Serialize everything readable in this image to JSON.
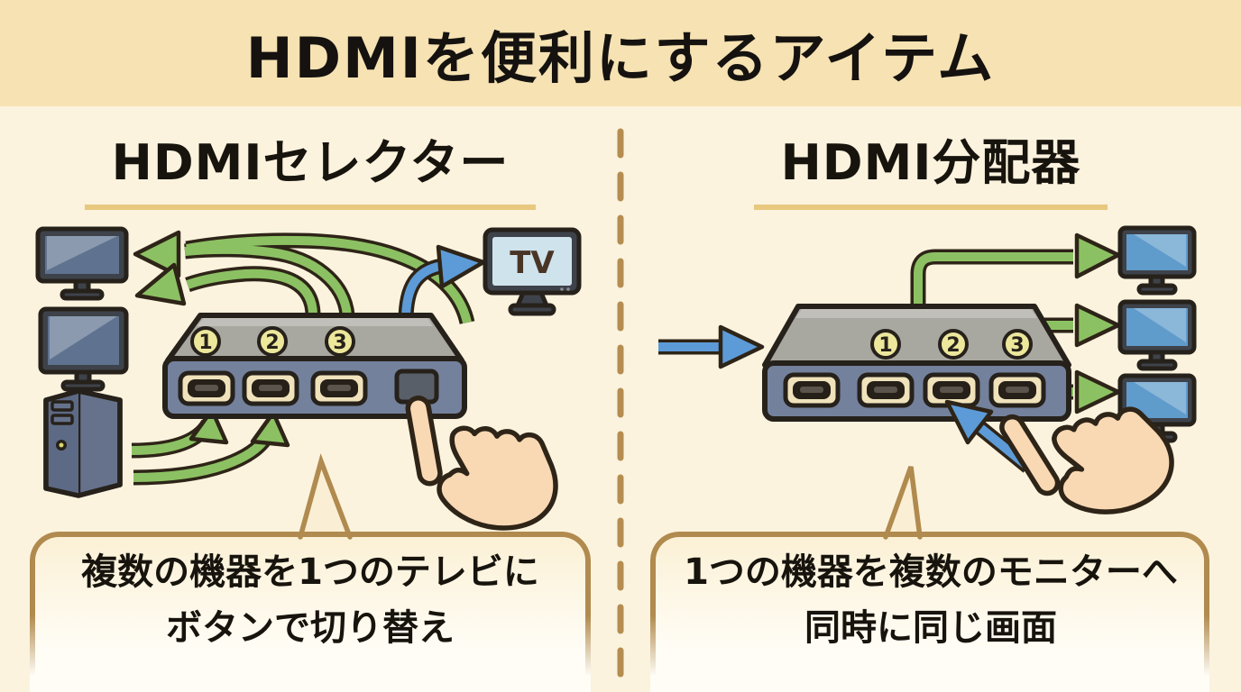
{
  "title": "HDMIを便利にするアイテム",
  "panels": {
    "selector": {
      "heading": "HDMIセレクター",
      "ports": [
        "1",
        "2",
        "3"
      ],
      "tv_label": "TV",
      "caption": [
        "複数の機器を1つのテレビに",
        "ボタンで切り替え"
      ]
    },
    "splitter": {
      "heading": "HDMI分配器",
      "ports": [
        "1",
        "2",
        "3"
      ],
      "caption": [
        "1つの機器を複数のモニターへ",
        "同時に同じ画面"
      ]
    }
  },
  "colors": {
    "background": "#fbf3de",
    "title_band": "#f6e2b2",
    "arrow_green": "#8cc163",
    "arrow_blue": "#5c9bd7",
    "outline": "#2e2417",
    "bubble_border": "#b08a4e",
    "heading_underline": "#e8c87e",
    "divider": "#b58d51"
  }
}
